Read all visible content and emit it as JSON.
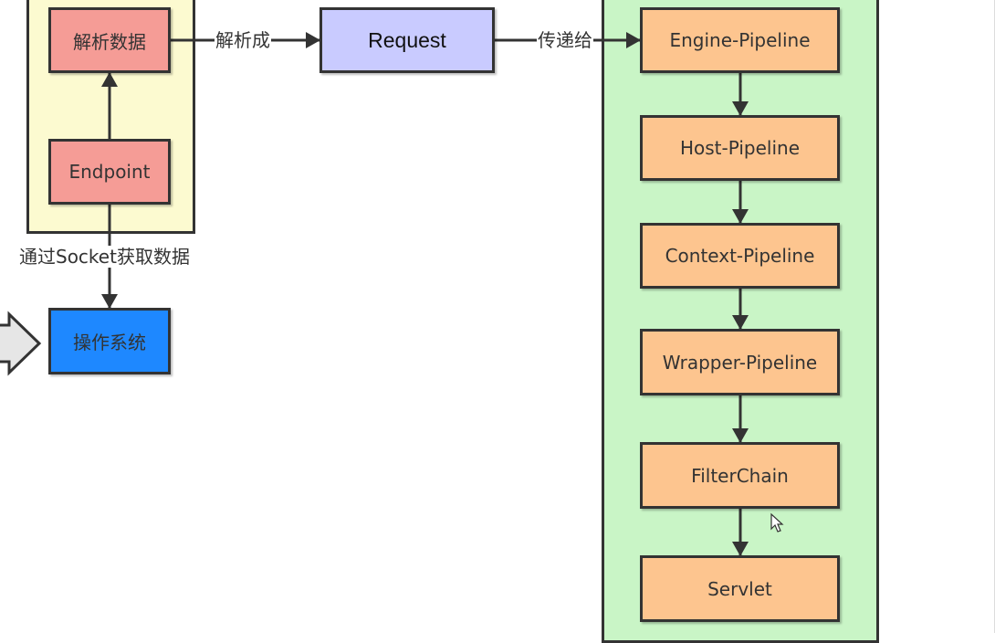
{
  "diagram": {
    "nodes": {
      "parse_data": "解析数据",
      "endpoint": "Endpoint",
      "os": "操作系统",
      "request": "Request",
      "pipeline": [
        "Engine-Pipeline",
        "Host-Pipeline",
        "Context-Pipeline",
        "Wrapper-Pipeline",
        "FilterChain",
        "Servlet"
      ]
    },
    "edge_labels": {
      "parsed_into": "解析成",
      "passed_to": "传递给",
      "socket": "通过Socket获取数据"
    }
  },
  "colors": {
    "yellow_container": "#fcfad0",
    "green_container": "#c9f5c6",
    "red_box": "#f59c96",
    "blue_box": "#1e88ff",
    "request_box": "#c9cbff",
    "orange_box": "#fdc58f",
    "line": "#333333"
  }
}
